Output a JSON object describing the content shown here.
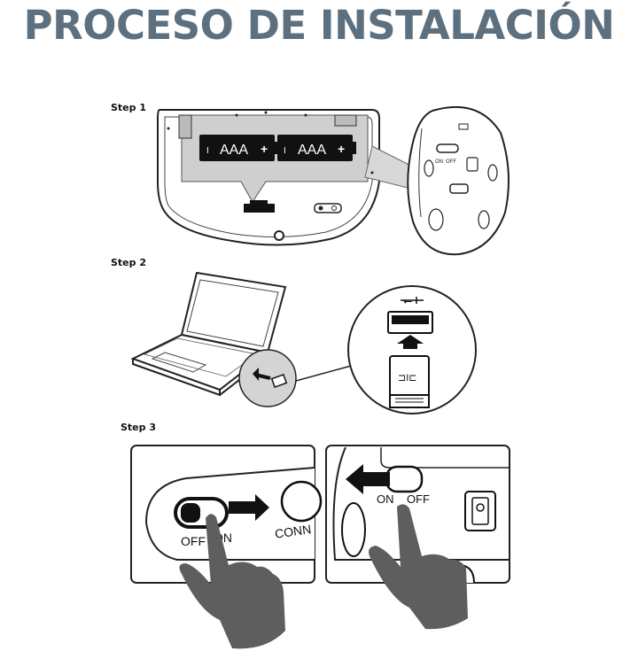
{
  "title": "PROCESO DE INSTALACIÓN",
  "steps": [
    {
      "label": "Step 1",
      "battery_label_1": "AAA",
      "battery_label_2": "AAA",
      "switch_on": "ON",
      "switch_off": "OFF"
    },
    {
      "label": "Step 2"
    },
    {
      "label": "Step 3",
      "switch_off_left": "OFF",
      "switch_on_left": "ON",
      "connect_text": "CONN",
      "switch_on_right": "ON",
      "switch_off_right": "OFF"
    }
  ],
  "colors": {
    "title": "#5d7080",
    "hand": "#5e5e5e",
    "line": "#222222"
  }
}
